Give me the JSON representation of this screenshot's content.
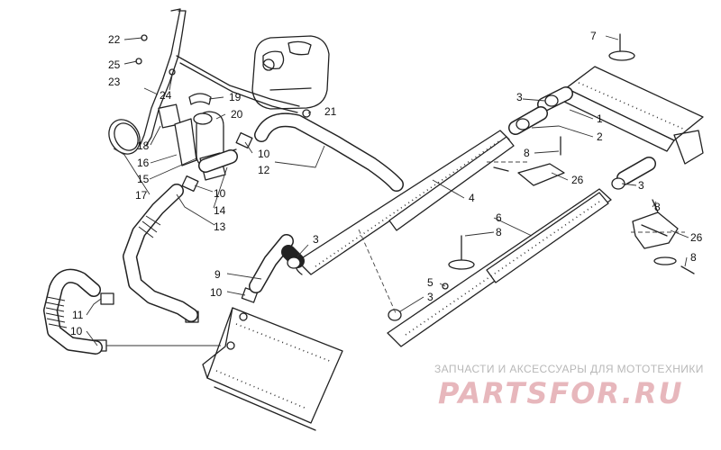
{
  "callouts": {
    "c1": "1",
    "c2": "2",
    "c3a": "3",
    "c3b": "3",
    "c3c": "3",
    "c3d": "3",
    "c4": "4",
    "c5": "5",
    "c6": "6",
    "c7": "7",
    "c8a": "8",
    "c8b": "8",
    "c8c": "8",
    "c8d": "8",
    "c9": "9",
    "c10a": "10",
    "c10b": "10",
    "c10c": "10",
    "c10d": "10",
    "c11": "11",
    "c12": "12",
    "c13": "13",
    "c14": "14",
    "c15": "15",
    "c16": "16",
    "c17": "17",
    "c18": "18",
    "c19": "19",
    "c20": "20",
    "c21": "21",
    "c22": "22",
    "c23": "23",
    "c24": "24",
    "c25": "25",
    "c26a": "26",
    "c26b": "26"
  },
  "watermark": {
    "tagline": "ЗАПЧАСТИ И АКСЕССУАРЫ ДЛЯ МОТОТЕХНИКИ",
    "logo": "PARTSFOR.RU"
  },
  "colors": {
    "line": "#222222",
    "watermark_logo": "#e7b7bc",
    "watermark_text": "#b8b8b8"
  }
}
